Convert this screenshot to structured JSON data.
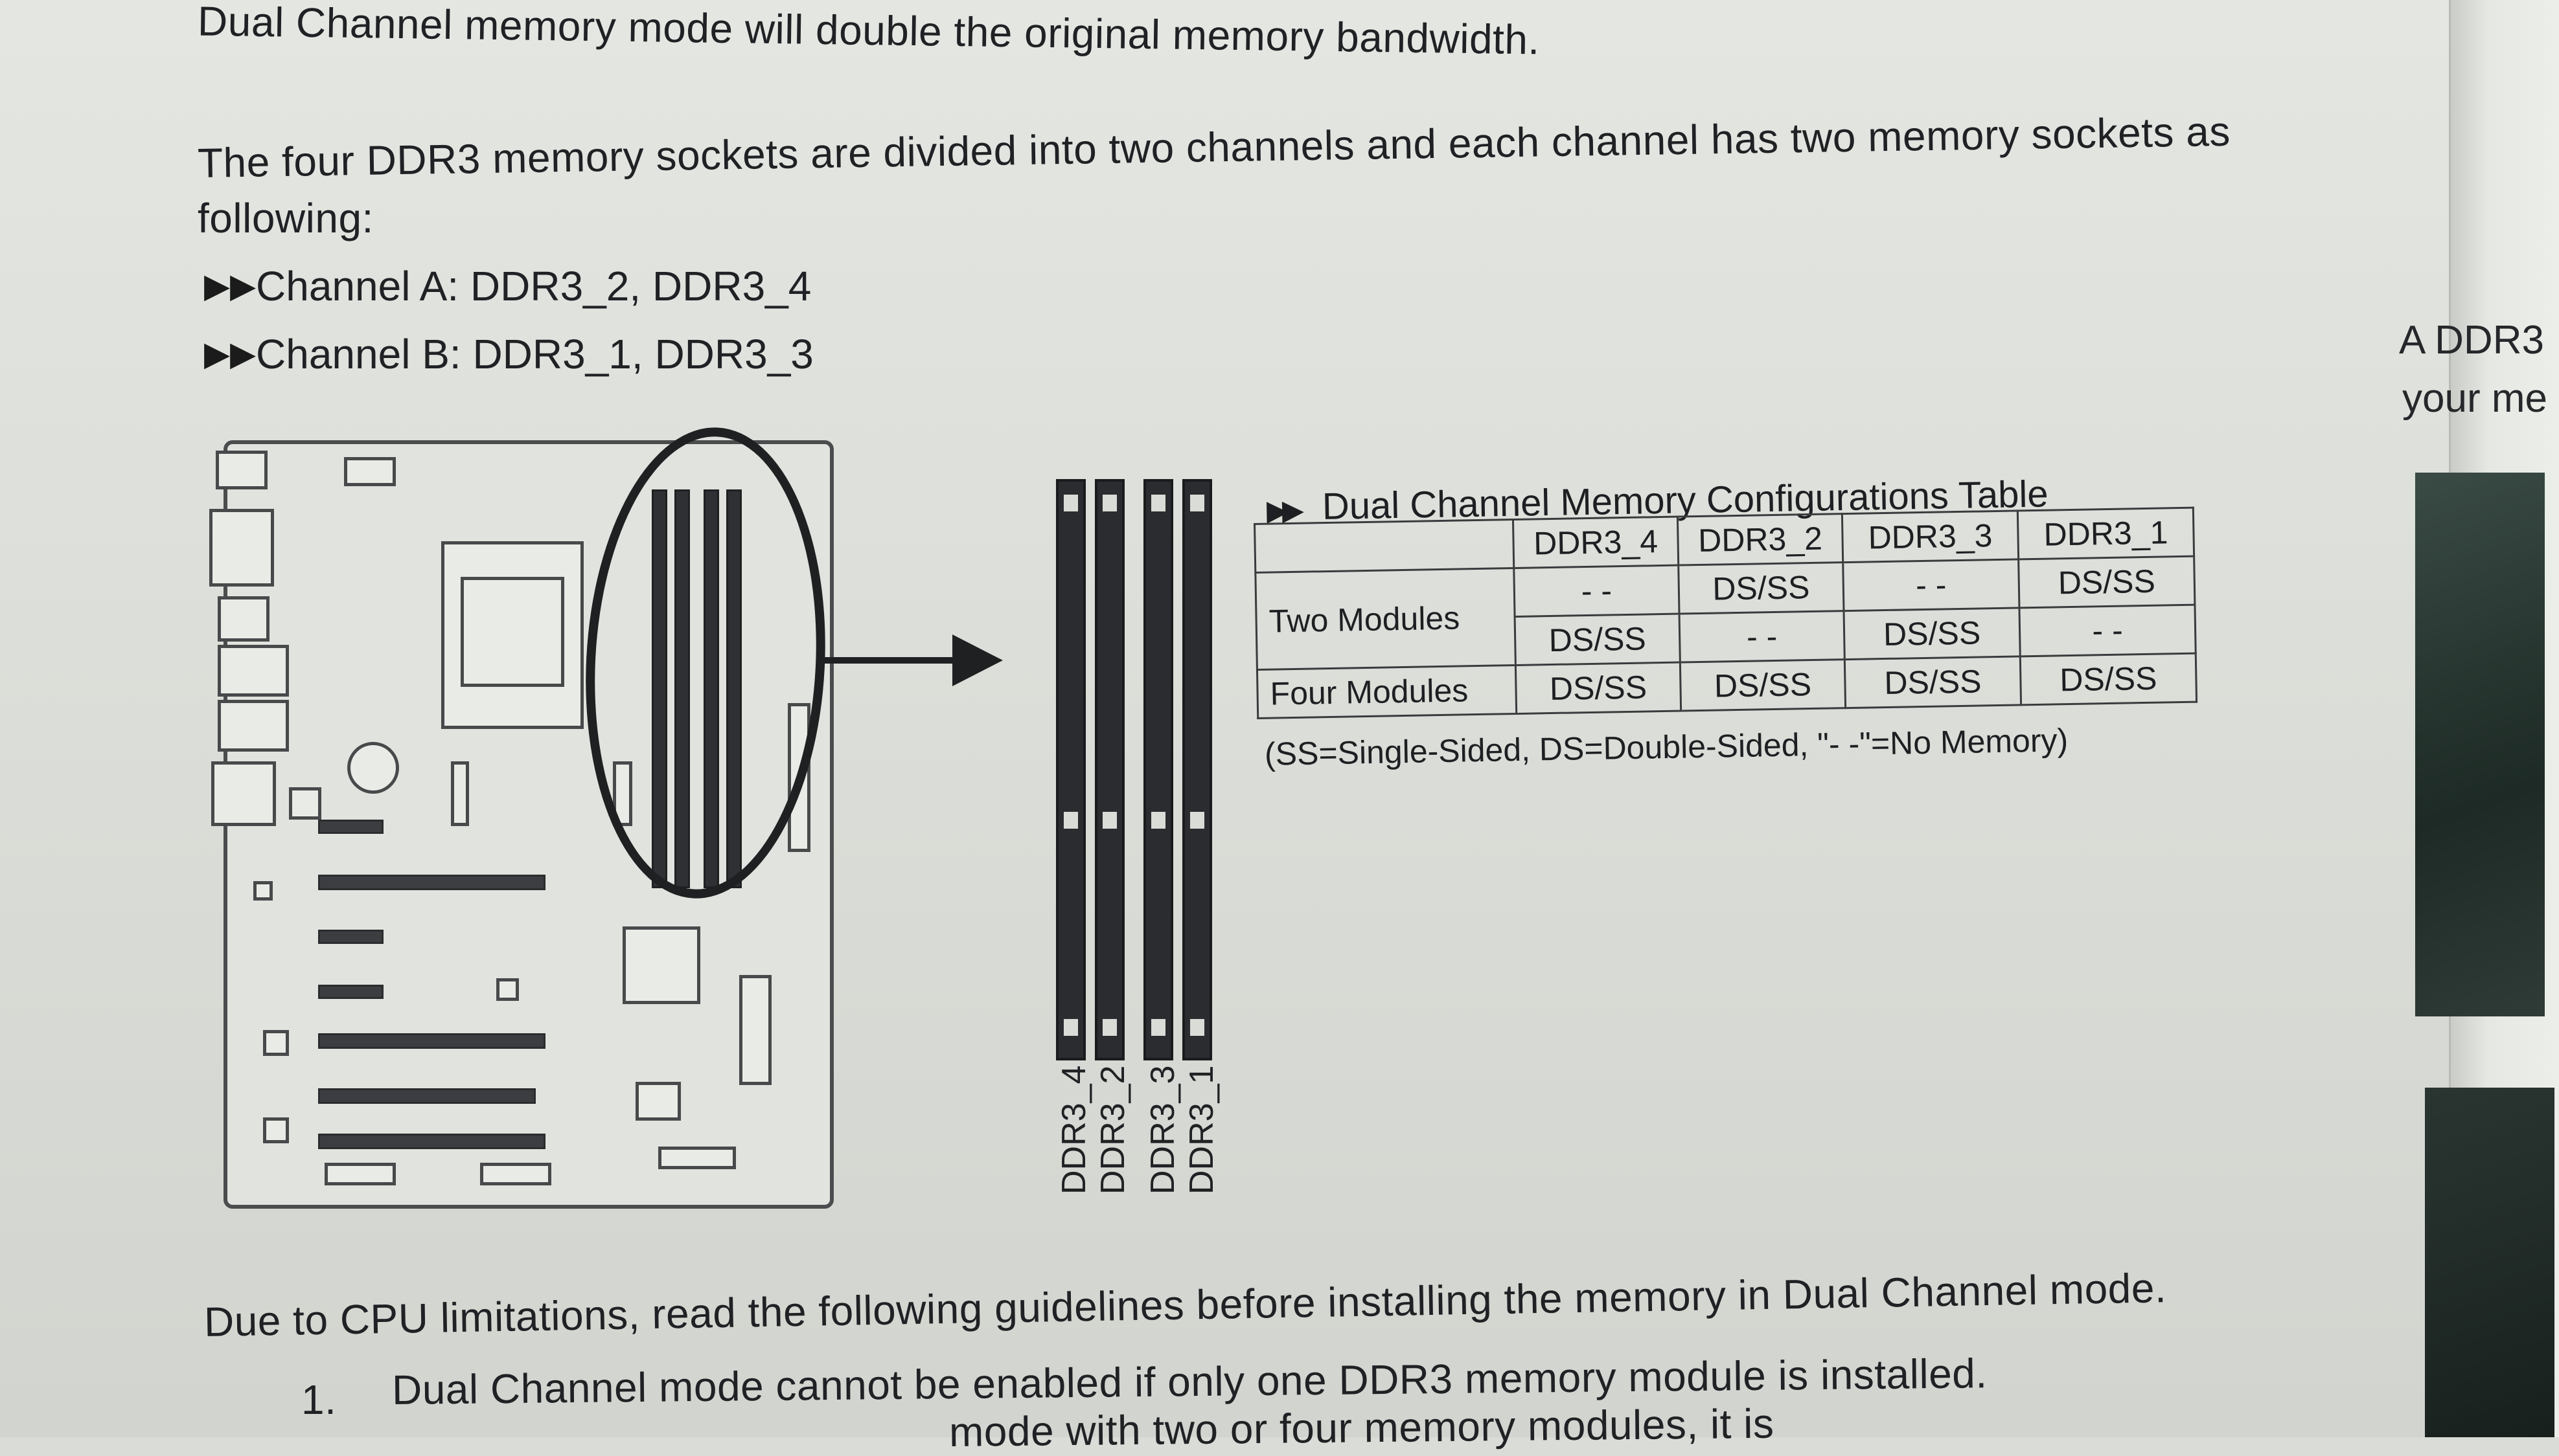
{
  "text": {
    "line1": "Dual Channel memory mode will double the original memory bandwidth.",
    "line2a": "The four DDR3 memory sockets are divided into two channels and each channel has two memory sockets as",
    "line2b": "following:",
    "channel_a": "Channel A: DDR3_2, DDR3_4",
    "channel_b": "Channel B: DDR3_1, DDR3_3",
    "guideline_intro": "Due to CPU limitations, read the following guidelines before installing the memory in Dual Channel mode.",
    "guideline_1_num": "1.",
    "guideline_1": "Dual Channel mode cannot be enabled if only one DDR3 memory module is installed.",
    "guideline_2_partial": "mode with two or four memory modules, it is"
  },
  "diagram": {
    "slot_labels": [
      "DDR3_4",
      "DDR3_2",
      "DDR3_3",
      "DDR3_1"
    ]
  },
  "table": {
    "title": "Dual Channel Memory Configurations Table",
    "headers": [
      "DDR3_4",
      "DDR3_2",
      "DDR3_3",
      "DDR3_1"
    ],
    "two_modules_label": "Two Modules",
    "two_modules_rows": [
      [
        "- -",
        "DS/SS",
        "- -",
        "DS/SS"
      ],
      [
        "DS/SS",
        "- -",
        "DS/SS",
        "- -"
      ]
    ],
    "four_modules_label": "Four Modules",
    "four_modules_row": [
      "DS/SS",
      "DS/SS",
      "DS/SS",
      "DS/SS"
    ],
    "note": "(SS=Single-Sided, DS=Double-Sided, \"- -\"=No Memory)"
  },
  "right_page": {
    "line1": "A DDR3",
    "line2": "your me"
  }
}
